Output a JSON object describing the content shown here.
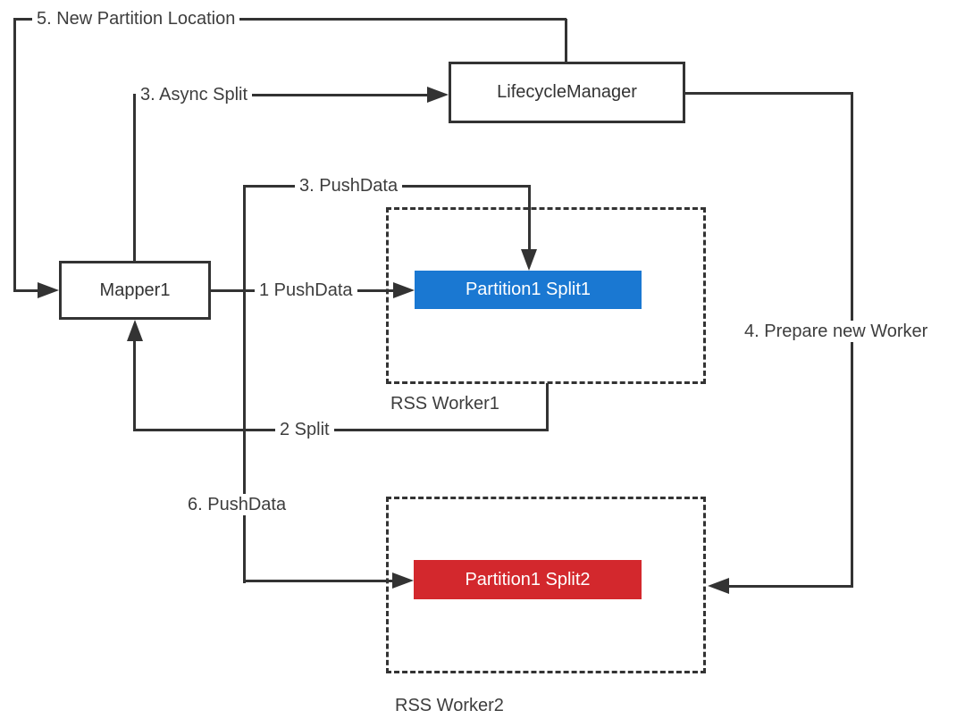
{
  "colors": {
    "line": "#333333",
    "label_text": "#3d3d3d",
    "split1_fill": "#1a78d2",
    "split2_fill": "#d3282d",
    "background": "#ffffff"
  },
  "nodes": {
    "lifecycle_manager": {
      "label": "LifecycleManager"
    },
    "mapper1": {
      "label": "Mapper1"
    },
    "partition1_split1": {
      "label": "Partition1 Split1"
    },
    "partition1_split2": {
      "label": "Partition1 Split2"
    },
    "rss_worker1": {
      "label": "RSS Worker1"
    },
    "rss_worker2": {
      "label": "RSS Worker2"
    }
  },
  "edges": {
    "push_data_1": {
      "label": "1 PushData"
    },
    "split_2": {
      "label": "2 Split"
    },
    "async_split_3": {
      "label": "3. Async Split"
    },
    "push_data_3": {
      "label": "3. PushData"
    },
    "prepare_worker_4": {
      "label": "4. Prepare new Worker"
    },
    "new_partition_location_5": {
      "label": "5. New Partition Location"
    },
    "push_data_6": {
      "label": "6. PushData"
    }
  }
}
